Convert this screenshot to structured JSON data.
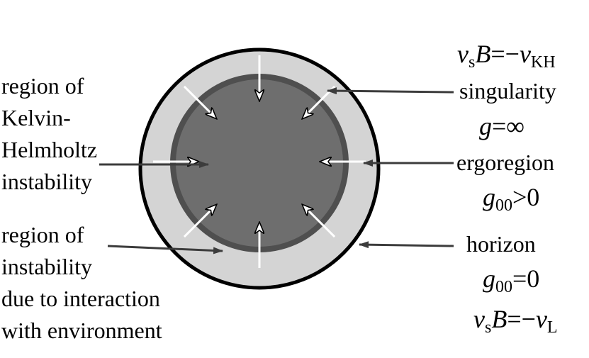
{
  "left_labels": {
    "kh_region": [
      "region of",
      "Kelvin-",
      "Helmholtz",
      "instability"
    ],
    "env_region": [
      "region of",
      "instability",
      "due to interaction",
      "with environment"
    ]
  },
  "right_labels": {
    "kh_eq": {
      "v": "v",
      "s": "s",
      "B": "B",
      "eq": "=−",
      "v2": "v",
      "sub2": "KH"
    },
    "singularity": "singularity",
    "g_inf": {
      "g": "g",
      "rest": "=∞"
    },
    "ergoregion": "ergoregion",
    "g00_pos": {
      "g": "g",
      "sub": "00",
      "rest": ">0"
    },
    "horizon": "horizon",
    "g00_zero": {
      "g": "g",
      "sub": "00",
      "rest": "=0"
    },
    "l_eq": {
      "v": "v",
      "s": "s",
      "B": "B",
      "eq": "=−",
      "v2": "v",
      "sub2": "L"
    }
  },
  "colors": {
    "outer_fill": "#d4d4d4",
    "inner_fill": "#6e6e6e",
    "inner_ring": "#4f4f4f",
    "outline": "#000000",
    "pointer": "#3c3c3c",
    "inward_arrow": "#ffffff"
  }
}
